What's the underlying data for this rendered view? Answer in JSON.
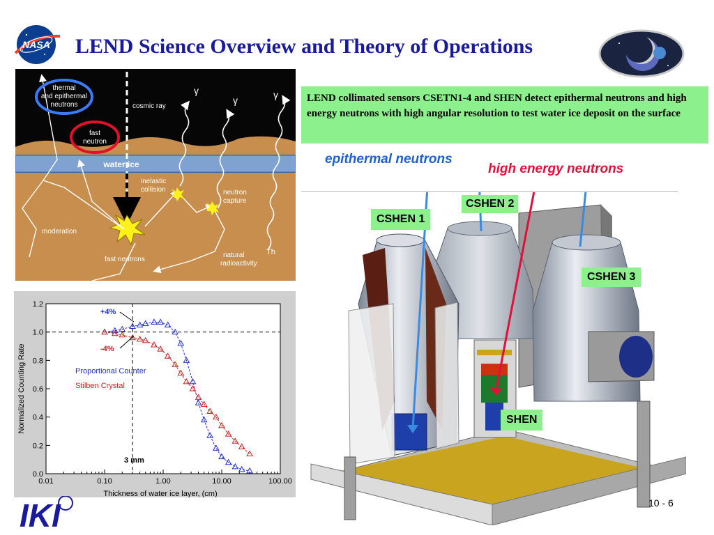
{
  "header": {
    "title": "LEND Science Overview and Theory of Operations",
    "nasa_logo_text": "NASA"
  },
  "description": "LEND collimated sensors CSETN1-4 and SHEN detect epithermal neutrons and high energy neutrons with high angular resolution to test water ice deposit on the surface",
  "labels": {
    "epithermal": "epithermal neutrons",
    "high_energy": "high energy neutrons",
    "epithermal_color": "#1f5fd6",
    "high_energy_color": "#e0103a"
  },
  "sensors": {
    "cshen1": "CSHEN 1",
    "cshen2": "CSHEN 2",
    "cshen3": "CSHEN 3",
    "shen": "SHEN"
  },
  "diagram": {
    "thermal": [
      "thermal",
      "and epithermal",
      "neutrons"
    ],
    "fast": [
      "fast",
      "neutron"
    ],
    "cosmic_ray": "cosmic ray",
    "gamma": "γ",
    "water_ice": "water ice",
    "inelastic": [
      "inelastic",
      "collision"
    ],
    "capture": [
      "neutron",
      "capture"
    ],
    "moderation": "moderation",
    "fast_neutrons": "fast neutrons",
    "natural": [
      "natural",
      "radioactivity"
    ],
    "th": "Th"
  },
  "chart_data": {
    "type": "line",
    "xlabel": "Thickness of water ice layer, (cm)",
    "ylabel": "Normalized Counting Rate",
    "xscale": "log",
    "xlim": [
      0.01,
      100
    ],
    "ylim": [
      0,
      1.2
    ],
    "xticks": [
      "0.01",
      "0.10",
      "1.00",
      "10.00",
      "100.00"
    ],
    "yticks": [
      "0.0",
      "0.2",
      "0.4",
      "0.6",
      "0.8",
      "1.0",
      "1.2"
    ],
    "series": [
      {
        "name": "Proportional Counter",
        "color": "#2030d0",
        "x": [
          0.1,
          0.15,
          0.2,
          0.3,
          0.4,
          0.5,
          0.7,
          0.9,
          1.2,
          1.6,
          2,
          2.5,
          3.2,
          4,
          5,
          6.3,
          8,
          10,
          13,
          17,
          22,
          30
        ],
        "y": [
          1.0,
          1.01,
          1.02,
          1.04,
          1.05,
          1.06,
          1.07,
          1.07,
          1.05,
          1.0,
          0.92,
          0.8,
          0.65,
          0.5,
          0.38,
          0.27,
          0.18,
          0.12,
          0.08,
          0.05,
          0.03,
          0.02
        ]
      },
      {
        "name": "Stilben Crystal",
        "color": "#d02020",
        "x": [
          0.1,
          0.15,
          0.2,
          0.3,
          0.4,
          0.5,
          0.7,
          0.9,
          1.2,
          1.6,
          2,
          2.5,
          3.2,
          4,
          5,
          6.3,
          8,
          10,
          13,
          17,
          22,
          30
        ],
        "y": [
          1.0,
          0.99,
          0.98,
          0.96,
          0.95,
          0.94,
          0.91,
          0.88,
          0.83,
          0.77,
          0.71,
          0.65,
          0.6,
          0.54,
          0.49,
          0.44,
          0.4,
          0.34,
          0.28,
          0.23,
          0.19,
          0.14
        ]
      }
    ],
    "annotations": [
      "+4%",
      "-4%",
      "3 mm"
    ],
    "reference_line_x": 0.3,
    "reference_line_y": 1.0
  },
  "footer": {
    "page": "10 - 6",
    "logo": "IKI"
  }
}
